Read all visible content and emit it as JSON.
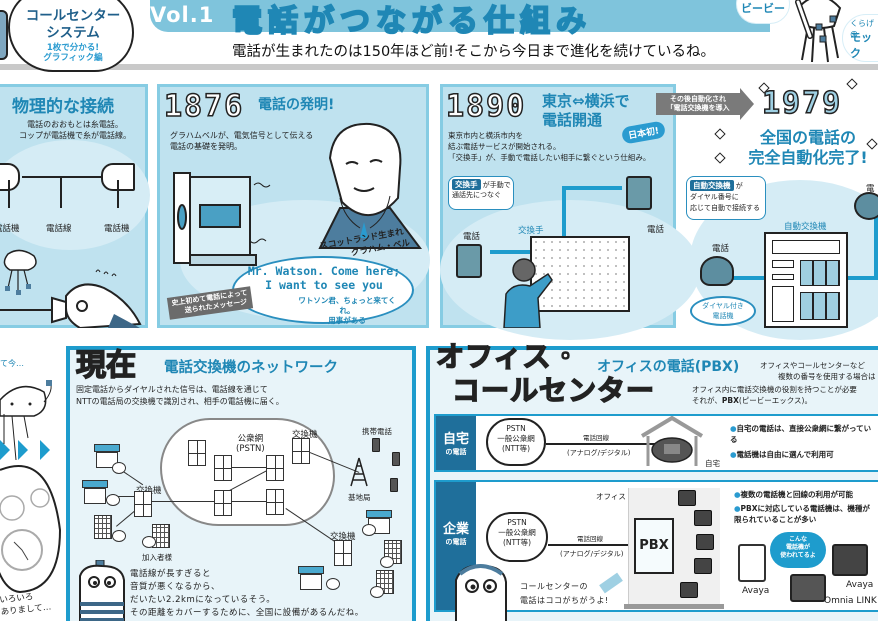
{
  "header": {
    "logo": {
      "title_line1": "コールセンター",
      "title_line2": "システム",
      "sub_line1": "1枚で分かる!",
      "sub_line2": "グラフィック編"
    },
    "volume": "Vol.1",
    "title": "電話がつながる仕組み",
    "subtitle": "電話が生まれたのは150年ほど前!そこから今日まで進化を続けているね。",
    "characters": [
      {
        "name": "ビービー"
      },
      {
        "prefix": "くらげの",
        "name": "モック"
      }
    ]
  },
  "panels": {
    "physical": {
      "title": "物理的な接続",
      "body_line1": "電話のおおもとは糸電話。",
      "body_line2": "コップが電話機で糸が電話線。",
      "labels": [
        "電話機",
        "電話線",
        "電話機"
      ]
    },
    "invention": {
      "year": "1876",
      "title": "電話の発明!",
      "body_line1": "グラハムベルが、電気信号として伝える",
      "body_line2": "電話の基礎を発明。",
      "caption_line1": "スコットランド生まれ",
      "caption_line2": "グラハム・ベル",
      "quote_line1": "Mr. Watson. Come here;",
      "quote_line2": "I want to see you",
      "translation_line1": "ワトソン君、ちょっと来てくれ。",
      "translation_line2": "用事がある",
      "tag_line1": "史上初めて電話によって",
      "tag_line2": "送られたメッセージ"
    },
    "tokyo_yokohama": {
      "year": "1890",
      "title_line1": "東京⇔横浜で",
      "title_line2": "電話開通",
      "badge": "日本初!",
      "body_line1": "東京市内と横浜市内を",
      "body_line2": "結ぶ電話サービスが開始される。",
      "body_line3": "「交換手」が、手動で電話したい相手に繋ぐという仕組み。",
      "note_tag": "交換手",
      "note_line1": "が手動で",
      "note_line2": "通話先につなぐ",
      "labels": {
        "phone_left": "電話",
        "operator": "交換手",
        "phone_right": "電話"
      }
    },
    "arrow": {
      "line1": "その後自動化され",
      "line2": "「電話交換機を導入"
    },
    "automation": {
      "year": "1979",
      "title_line1": "全国の電話の",
      "title_line2": "完全自動化完了!",
      "note_tag": "自動交換機",
      "note_line1": "が",
      "note_line2": "ダイヤル番号に",
      "note_line3": "応じて自動で接続する",
      "labels": {
        "exchange": "自動交換機",
        "phone_left": "電話",
        "phone_right": "電",
        "dial_line1": "ダイヤル付き",
        "dial_line2": "電話機"
      }
    },
    "side_note": {
      "top": "て今…",
      "bottom_line1": "いろいろ",
      "bottom_line2": "ありまして…"
    },
    "present": {
      "big": "現在",
      "title": "電話交換機のネットワーク",
      "body_line1": "固定電話からダイヤルされた信号は、電話線を通じて",
      "body_line2": "NTTの電話局の交換機で識別され、相手の電話機に届く。",
      "labels": {
        "pstn_line1": "公衆網",
        "pstn_line2": "(PSTN)",
        "exchange_top": "交換機",
        "exchange_left": "交換機",
        "exchange_right": "交換機",
        "mobile": "携帯電話",
        "base_station": "基地局",
        "subscriber": "加入者様"
      },
      "note_line1": "電話線が長すぎると",
      "note_line2": "音質が悪くなるから、",
      "note_line3": "だいたい2.2kmになっているそう。",
      "note_line4": "その距離をカバーするために、全国に設備があるんだね。"
    },
    "office": {
      "big_line1": "オフィス・",
      "big_line2": "コールセンター",
      "title": "オフィスの電話(PBX)",
      "desc_line1": "オフィスやコールセンターなど",
      "desc_line2": "複数の番号を使用する場合は",
      "desc_line3": "オフィス内に電話交換機の役割を持つことが必要",
      "desc_line4_prefix": "それが、",
      "desc_line4_bold": "PBX",
      "desc_line4_suffix": "(ピービーエックス)。",
      "home": {
        "label_main": "自宅",
        "label_sub": "の電話",
        "cloud_line1": "PSTN",
        "cloud_line2": "一般公衆網",
        "cloud_line3": "(NTT等)",
        "line_label": "電話回線",
        "line_type": "(アナログ/デジタル)",
        "house_label": "自宅",
        "bullets": [
          "自宅の電話は、直接公衆網に繋がっている",
          "電話機は自由に選んで利用可"
        ]
      },
      "business": {
        "label_main": "企業",
        "label_sub": "の電話",
        "cloud_line1": "PSTN",
        "cloud_line2": "一般公衆網",
        "cloud_line3": "(NTT等)",
        "line_label": "電話回線",
        "line_type": "(アナログ/デジタル)",
        "office_label": "オフィス",
        "pbx": "PBX",
        "bullets": [
          "複数の電話機と回線の利用が可能",
          "PBXに対応している電話機は、機種が限られていることが多い"
        ],
        "bubble_line1": "こんな",
        "bubble_line2": "電話機が",
        "bubble_line3": "使われてるよ",
        "phones": [
          "Avaya",
          "Avaya",
          "Omnia LINK"
        ],
        "callcenter_line1": "コールセンターの",
        "callcenter_line2": "電話はココがちがうよ!"
      }
    }
  },
  "colors": {
    "accent": "#1e9ccd",
    "title_blue": "#1f87b5",
    "panel_bg": "#bfe2ef",
    "label_navy": "#1f6f9b"
  }
}
